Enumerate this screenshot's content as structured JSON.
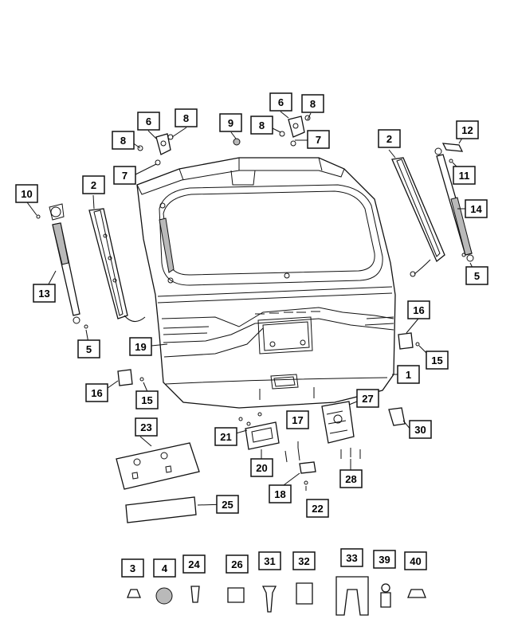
{
  "callouts": {
    "c1": "1",
    "c2a": "2",
    "c2b": "2",
    "c3": "3",
    "c4": "4",
    "c5a": "5",
    "c5b": "5",
    "c6a": "6",
    "c6b": "6",
    "c7a": "7",
    "c7b": "7",
    "c8a": "8",
    "c8b": "8",
    "c8c": "8",
    "c8d": "8",
    "c9": "9",
    "c10": "10",
    "c11": "11",
    "c12": "12",
    "c13": "13",
    "c14": "14",
    "c15a": "15",
    "c15b": "15",
    "c16a": "16",
    "c16b": "16",
    "c17": "17",
    "c18": "18",
    "c19": "19",
    "c20": "20",
    "c21": "21",
    "c22": "22",
    "c23": "23",
    "c24": "24",
    "c25": "25",
    "c26": "26",
    "c27": "27",
    "c28": "28",
    "c30": "30",
    "c31": "31",
    "c32": "32",
    "c33": "33",
    "c39": "39",
    "c40": "40"
  }
}
